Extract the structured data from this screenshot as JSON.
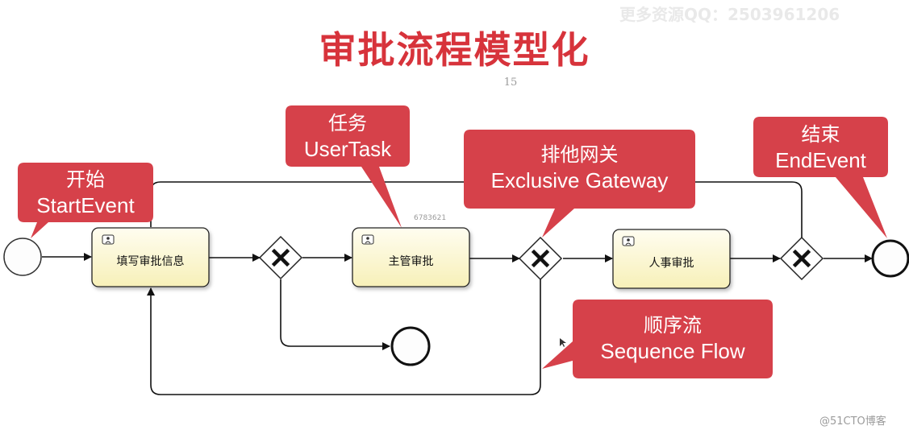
{
  "title": "审批流程模型化",
  "page_number": "15",
  "watermark_top": "更多资源QQ：2503961206",
  "watermark_bottom": "@51CTO博客",
  "diagram_id": "6783621",
  "tasks": [
    {
      "label": "填写审批信息"
    },
    {
      "label": "主管审批"
    },
    {
      "label": "人事审批"
    }
  ],
  "callouts": [
    {
      "cn": "开始",
      "en": "StartEvent"
    },
    {
      "cn": "任务",
      "en": "UserTask"
    },
    {
      "cn": "排他网关",
      "en": "Exclusive Gateway"
    },
    {
      "cn": "结束",
      "en": "EndEvent"
    },
    {
      "cn": "顺序流",
      "en": "Sequence Flow"
    }
  ],
  "colors": {
    "title": "#d7333b",
    "callout": "#d6414a",
    "task_fill": "#fdfbdc",
    "task_border": "#222222"
  }
}
